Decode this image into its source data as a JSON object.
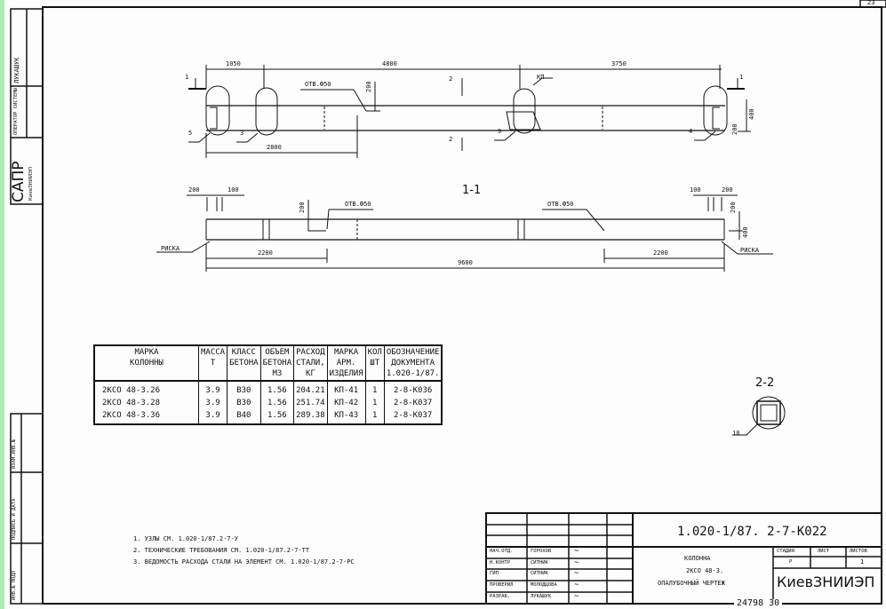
{
  "colors": {
    "frame": "#111111",
    "left_strip": "#a8f0b0",
    "paper": "#fdfdfd"
  },
  "corner_sheet": "23",
  "side_stamp": {
    "name": "ЛУКАШУК",
    "operator": "ОПЕРАТОР СИСТЕМЫ",
    "sapr": "САПР",
    "org": "КиевЗНИИЭП",
    "fields": [
      "ИНВ.№ ПОДЛ",
      "ПОДПИСЬ И ДАТА",
      "ВЗАМ.ИНВ.№"
    ]
  },
  "plan": {
    "dims_top": [
      "1050",
      "4800",
      "3750"
    ],
    "dim_bottom": "2800",
    "hole": "ОТВ.Ф50",
    "kp": "КП",
    "section1": "1",
    "section2": "2",
    "dim_200a": "200",
    "dim_400": "400",
    "dim_200b": "200",
    "callouts": [
      "5",
      "3",
      "9",
      "4"
    ]
  },
  "section11": {
    "title": "1-1",
    "dims_left": [
      "200",
      "100"
    ],
    "dims_right": [
      "100",
      "200"
    ],
    "hole_left": "ОТВ.Ф50",
    "hole_right": "ОТВ.Ф50",
    "dim_200": "200",
    "dim_200r": "200",
    "dim_400": "400",
    "riska_left": "РИСКА",
    "riska_right": "РИСКА",
    "dim_2200_left": "2200",
    "dim_2200_right": "2200",
    "dim_total": "9600"
  },
  "section22": {
    "title": "2-2",
    "callout": "10"
  },
  "spec_table": {
    "headers": [
      "МАРКА\nКОЛОННЫ",
      "МАССА\nТ",
      "КЛАСС\nБЕТОНА",
      "ОБЪЕМ\nБЕТОНА\nМ3",
      "РАСХОД\nСТАЛИ,\nКГ",
      "МАРКА\nАРМ.\nИЗДЕЛИЯ",
      "КОЛ\nШТ",
      "ОБОЗНАЧЕНИЕ\nДОКУМЕНТА\n1.020-1/87."
    ],
    "rows": [
      [
        "2КСО 48-3.26",
        "3.9",
        "В30",
        "1.56",
        "204.21",
        "КП-41",
        "1",
        "2-8-К036"
      ],
      [
        "2КСО 48-3.28",
        "3.9",
        "В30",
        "1.56",
        "251.74",
        "КП-42",
        "1",
        "2-8-К037"
      ],
      [
        "2КСО 48-3.36",
        "3.9",
        "В40",
        "1.56",
        "289.38",
        "КП-43",
        "1",
        "2-8-К037"
      ]
    ]
  },
  "notes": [
    "1. УЗЛЫ СМ. 1.020-1/87.2-7-У",
    "2. ТЕХНИЧЕСКИЕ ТРЕБОВАНИЯ СМ. 1.020-1/87.2-7-ТТ",
    "3. ВЕДОМОСТЬ РАСХОДА СТАЛИ НА ЭЛЕМЕНТ СМ. 1.020-1/87.2-7-РС"
  ],
  "title_block": {
    "doc_number": "1.020-1/87. 2-7-К022",
    "roles": [
      [
        "НАЧ.ОТД.",
        "ГОРОХОВ"
      ],
      [
        "Н.КОНТР",
        "СИТНИК"
      ],
      [
        "ГИП",
        "СИТНИК"
      ],
      [
        "ПРОВЕРИЛ",
        "МОЛОДЦОВА"
      ],
      [
        "РАЗРАБ.",
        "ЛУКАШУК"
      ]
    ],
    "name_lines": [
      "КОЛОННА",
      "2КСО 48-3.",
      "ОПАЛУБОЧНЫЙ ЧЕРТЕЖ"
    ],
    "stage_label": "СТАДИЯ",
    "sheet_label": "ЛИСТ",
    "sheets_label": "ЛИСТОВ",
    "stage": "Р",
    "sheets": "1",
    "org": "КиевЗНИИЭП"
  },
  "archive_number": "24798  30"
}
